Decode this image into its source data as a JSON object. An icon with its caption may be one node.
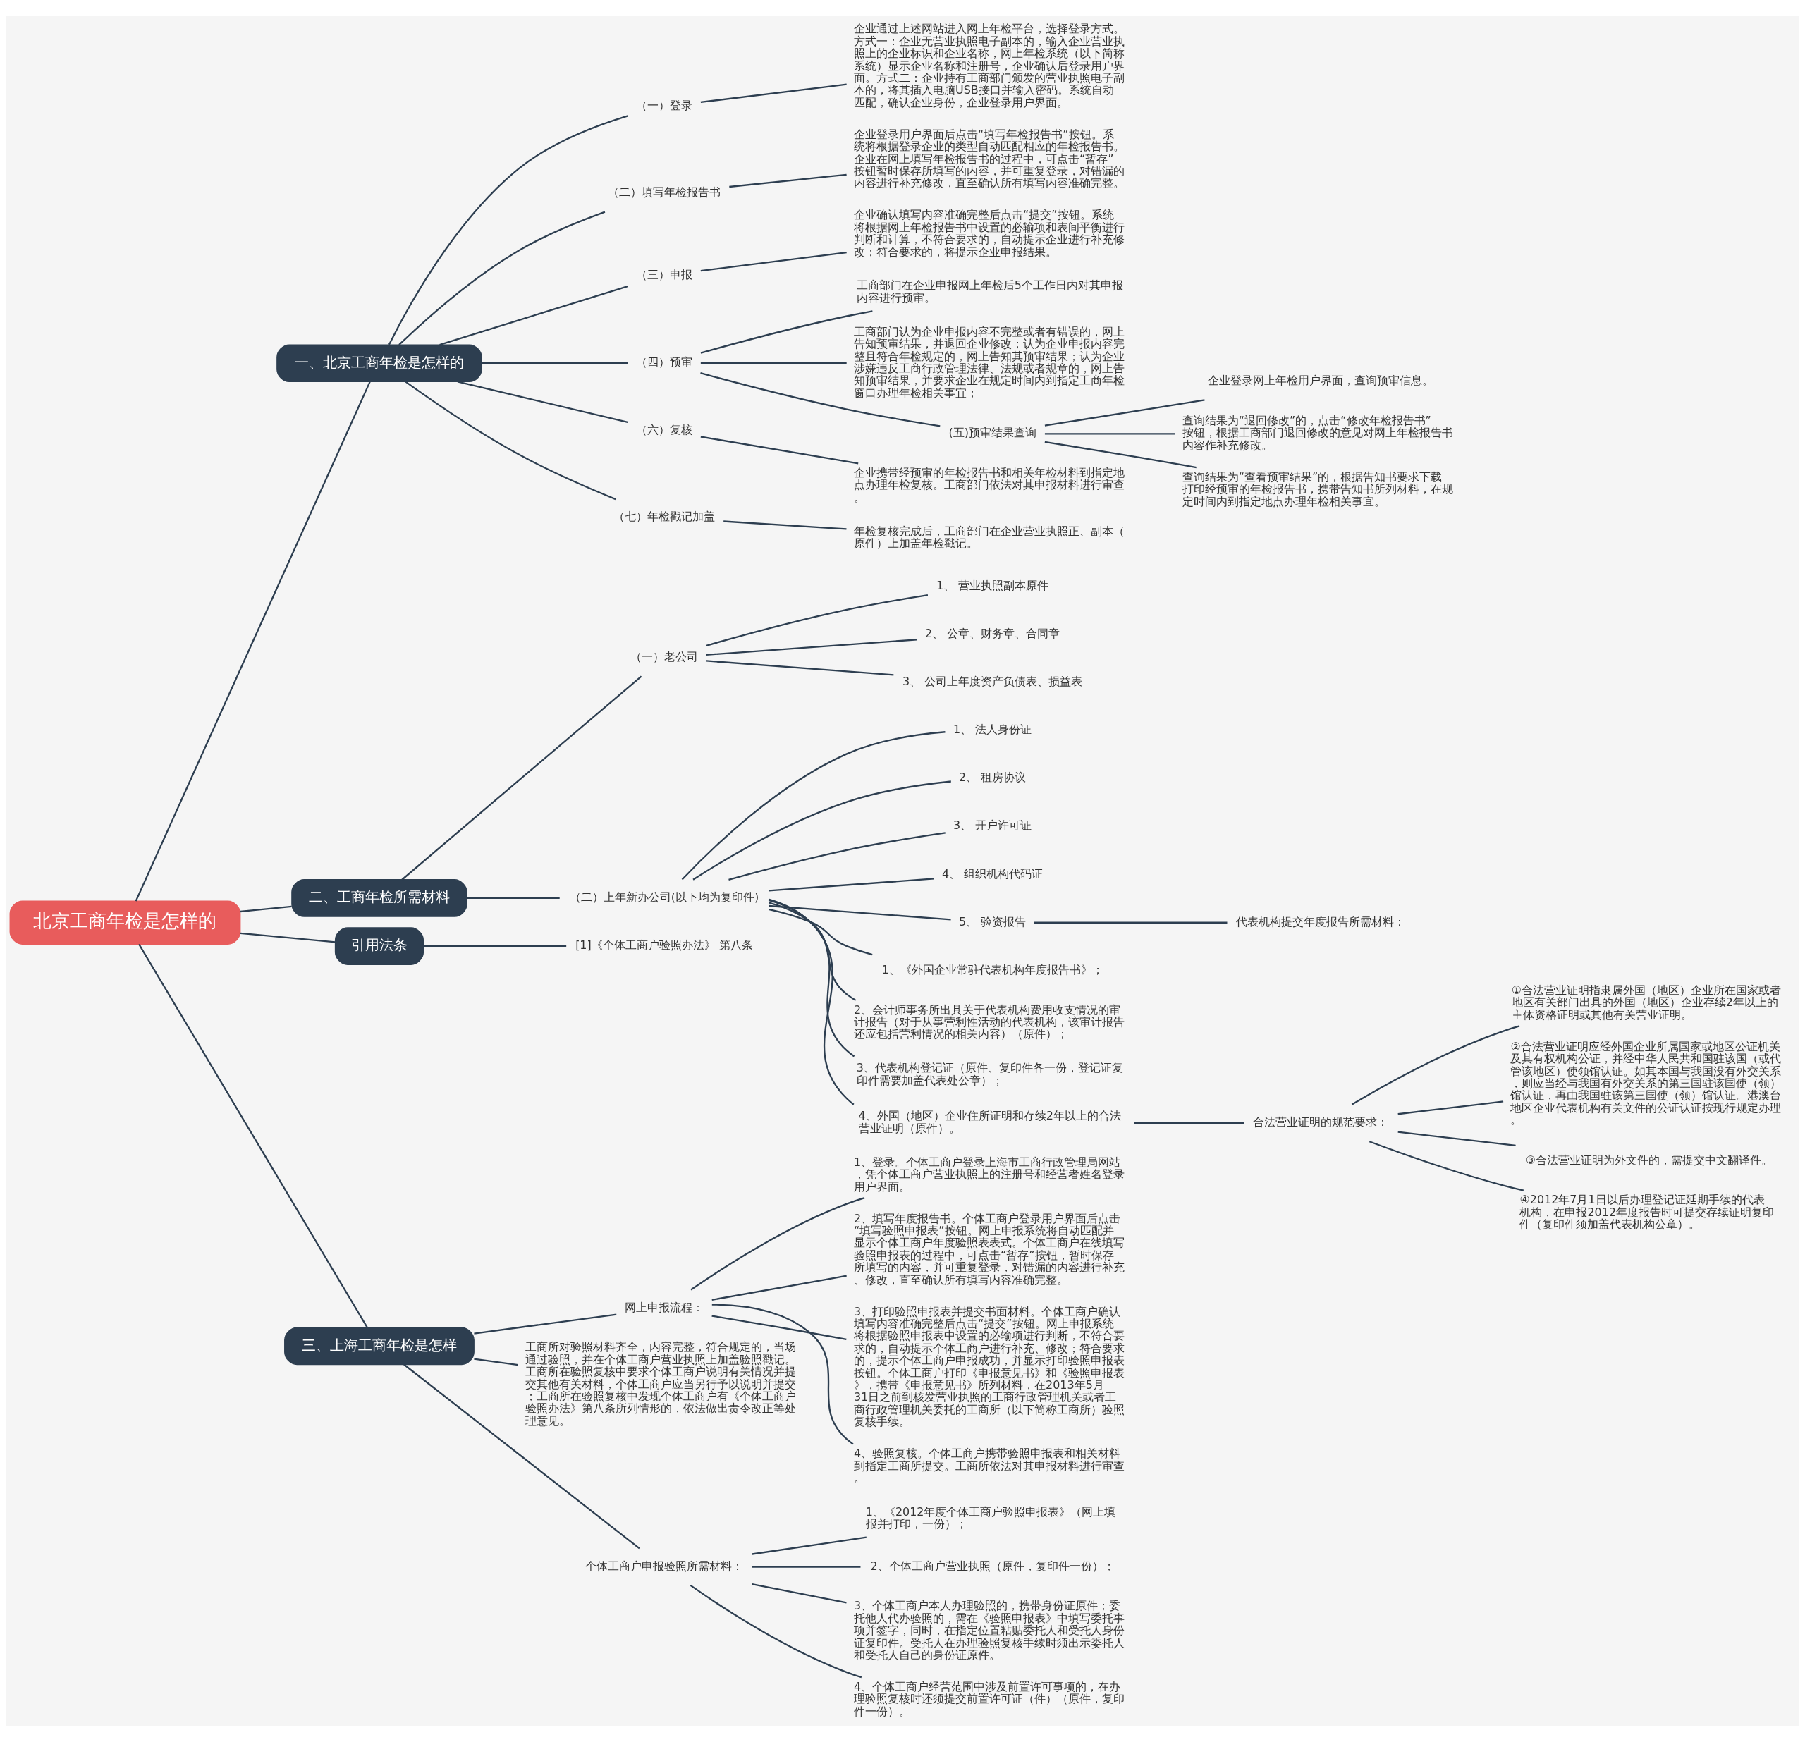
{
  "diagram": {
    "nodes": [
      {
        "text": [
          "北京工商年检是怎样的"
        ]
      },
      {
        "text": [
          "一、北京工商年检是怎样的"
        ]
      },
      {
        "text": [
          "（一）登录"
        ]
      },
      {
        "text": [
          "企业通过上述网站进入网上年检平台，选择登录方式。方式一：企业无营业执照电子副本的，输入企业营业执照上的企业标识和企业名称，网上年检系统（以下简称系统）显示企业名称和注册号，企业确认后登录用户界面。方式二：企业持有工商部门颁发的营业执照电子副本的，将其插入电脑USB接口并输入密码。系统自动匹配，确认企业身份，企业登录用户界面。"
        ]
      },
      {
        "text": [
          "（二）填写年检报告书"
        ]
      },
      {
        "text": [
          "企业登录用户界面后点击“填写年检报告书”按钮。系统将根据登录企业的类型自动匹配相应的年检报告书。企业在网上填写年检报告书的过程中，可点击“暂存”按钮暂时保存所填写的内容，并可重复登录，对错漏的内容进行补充修改，直至确认所有填写内容准确完整。"
        ]
      },
      {
        "text": [
          "（三）申报"
        ]
      },
      {
        "text": [
          "企业确认填写内容准确完整后点击“提交”按钮。系统将根据网上年检报告书中设置的必输项和表间平衡进行判断和计算，不符合要求的，自动提示企业进行补充修改；符合要求的，将提示企业申报结果。"
        ]
      },
      {
        "text": [
          "（四）预审"
        ]
      },
      {
        "text": [
          "工商部门在企业申报网上年检后5个工作日内对其申报内容进行预审。"
        ]
      },
      {
        "text": [
          "工商部门认为企业申报内容不完整或者有错误的，网上告知预审结果，并退回企业修改；认为企业申报内容完整且符合年检规定的，网上告知其预审结果；认为企业涉嫌违反工商行政管理法律、法规或者规章的，网上告知预审结果，并要求企业在规定时间内到指定工商年检窗口办理年检相关事宜；"
        ]
      },
      {
        "text": [
          "(五)预审结果查询"
        ]
      },
      {
        "text": [
          "企业登录网上年检用户界面，查询预审信息。"
        ]
      },
      {
        "text": [
          "查询结果为“退回修改”的，点击“修改年检报告书”按钮，根据工商部门退回修改的意见对网上年检报告书内容作补充修改。"
        ]
      },
      {
        "text": [
          "查询结果为“查看预审结果”的，根据告知书要求下载打印经预审的年检报告书，携带告知书所列材料，在规定时间内到指定地点办理年检相关事宜。"
        ]
      },
      {
        "text": [
          "（六）复核"
        ]
      },
      {
        "text": [
          "企业携带经预审的年检报告书和相关年检材料到指定地点办理年检复核。工商部门依法对其申报材料进行审查。"
        ]
      },
      {
        "text": [
          "（七）年检戳记加盖"
        ]
      },
      {
        "text": [
          "年检复核完成后，工商部门在企业营业执照正、副本（原件）上加盖年检戳记。"
        ]
      },
      {
        "text": [
          "二、工商年检所需材料"
        ]
      },
      {
        "text": [
          "（一）老公司"
        ]
      },
      {
        "text": [
          "1、 营业执照副本原件"
        ]
      },
      {
        "text": [
          "2、 公章、财务章、合同章"
        ]
      },
      {
        "text": [
          "3、 公司上年度资产负债表、损益表"
        ]
      },
      {
        "text": [
          "（二）上年新办公司(以下均为复印件)"
        ]
      },
      {
        "text": [
          "1、 法人身份证"
        ]
      },
      {
        "text": [
          "2、 租房协议"
        ]
      },
      {
        "text": [
          "3、 开户许可证"
        ]
      },
      {
        "text": [
          "4、 组织机构代码证"
        ]
      },
      {
        "text": [
          "5、 验资报告"
        ]
      },
      {
        "text": [
          "代表机构提交年度报告所需材料："
        ]
      },
      {
        "text": [
          "1、《外国企业常驻代表机构年度报告书》；"
        ]
      },
      {
        "text": [
          "2、会计师事务所出具关于代表机构费用收支情况的审计报告（对于从事营利性活动的代表机构，该审计报告还应包括营利情况的相关内容）（原件）；"
        ]
      },
      {
        "text": [
          "3、代表机构登记证（原件、复印件各一份，登记证复印件需要加盖代表处公章）；"
        ]
      },
      {
        "text": [
          "4、外国（地区）企业住所证明和存续2年以上的合法营业证明（原件）。"
        ]
      },
      {
        "text": [
          "合法营业证明的规范要求："
        ]
      },
      {
        "text": [
          "①合法营业证明指隶属外国（地区）企业所在国家或者地区有关部门出具的外国（地区）企业存续2年以上的主体资格证明或其他有关营业证明。"
        ]
      },
      {
        "text": [
          "②合法营业证明应经外国企业所属国家或地区公证机关及其有权机构公证，并经中华人民共和国驻该国（或代管该地区）使领馆认证。如其本国与我国没有外交关系，则应当经与我国有外交关系的第三国驻该国使（领）馆认证，再由我国驻该第三国使（领）馆认证。港澳台地区企业代表机构有关文件的公证认证按现行规定办理。"
        ]
      },
      {
        "text": [
          "③合法营业证明为外文件的，需提交中文翻译件。"
        ]
      },
      {
        "text": [
          "④2012年7月1日以后办理登记证延期手续的代表机构，在申报2012年度报告时可提交存续证明复印件（复印件须加盖代表机构公章）。"
        ]
      },
      {
        "text": [
          "引用法条"
        ]
      },
      {
        "text": [
          "[1]《个体工商户验照办法》 第八条"
        ]
      },
      {
        "text": [
          "三、上海工商年检是怎样"
        ]
      },
      {
        "text": [
          "网上申报流程："
        ]
      },
      {
        "text": [
          "1、登录。个体工商户登录上海市工商行政管理局网站，凭个体工商户营业执照上的注册号和经营者姓名登录用户界面。"
        ]
      },
      {
        "text": [
          "2、填写年度报告书。个体工商户登录用户界面后点击“填写验照申报表”按钮。网上申报系统将自动匹配并显示个体工商户年度验照表表式。个体工商户在线填写验照申报表的过程中，可点击“暂存”按钮，暂时保存所填写的内容，并可重复登录，对错漏的内容进行补充、修改，直至确认所有填写内容准确完整。"
        ]
      },
      {
        "text": [
          "3、打印验照申报表并提交书面材料。个体工商户确认填写内容准确完整后点击“提交”按钮。网上申报系统将根据验照申报表中设置的必输项进行判断，不符合要求的，自动提示个体工商户进行补充、修改；符合要求的，提示个体工商户申报成功，并显示打印验照申报表按钮。个体工商户打印《申报意见书》和《验照申报表》，携带《申报意见书》所列材料，在2013年5月31日之前到核发营业执照的工商行政管理机关或者工商行政管理机关委托的工商所（以下简称工商所）验照复核手续。"
        ]
      },
      {
        "text": [
          "4、验照复核。个体工商户携带验照申报表和相关材料到指定工商所提交。工商所依法对其申报材料进行审查。"
        ]
      },
      {
        "text": [
          "工商所对验照材料齐全，内容完整，符合规定的，当场通过验照，并在个体工商户营业执照上加盖验照戳记。工商所在验照复核中要求个体工商户说明有关情况并提交其他有关材料，个体工商户应当另行予以说明并提交；工商所在验照复核中发现个体工商户有《个体工商户验照办法》第八条所列情形的，依法做出责令改正等处理意见。"
        ]
      },
      {
        "text": [
          "个体工商户申报验照所需材料："
        ]
      },
      {
        "text": [
          "1、《2012年度个体工商户验照申报表》（网上填报并打印，一份）；"
        ]
      },
      {
        "text": [
          "2、个体工商户营业执照（原件，复印件一份）；"
        ]
      },
      {
        "text": [
          "3、个体工商户本人办理验照的，携带身份证原件；委托他人代办验照的，需在《验照申报表》中填写委托事项并签字，同时，在指定位置粘贴委托人和受托人身份证复印件。受托人在办理验照复核手续时须出示委托人和受托人自己的身份证原件。"
        ]
      },
      {
        "text": [
          "4、个体工商户经营范围中涉及前置许可事项的，在办理验照复核时还须提交前置许可证（件）（原件，复印件一份）。"
        ]
      }
    ],
    "edges": [
      {
        "from": 0,
        "to": 1,
        "arrow": "none"
      },
      {
        "from": 1,
        "to": 2,
        "arrow": "none"
      },
      {
        "from": 2,
        "to": 3,
        "arrow": "none"
      },
      {
        "from": 1,
        "to": 4,
        "arrow": "none"
      },
      {
        "from": 4,
        "to": 5,
        "arrow": "none"
      },
      {
        "from": 1,
        "to": 6,
        "arrow": "none"
      },
      {
        "from": 6,
        "to": 7,
        "arrow": "none"
      },
      {
        "from": 1,
        "to": 8,
        "arrow": "none"
      },
      {
        "from": 8,
        "to": 9,
        "arrow": "none"
      },
      {
        "from": 8,
        "to": 10,
        "arrow": "none"
      },
      {
        "from": 8,
        "to": 11,
        "arrow": "none"
      },
      {
        "from": 11,
        "to": 12,
        "arrow": "none"
      },
      {
        "from": 11,
        "to": 13,
        "arrow": "none"
      },
      {
        "from": 11,
        "to": 14,
        "arrow": "none"
      },
      {
        "from": 1,
        "to": 15,
        "arrow": "none"
      },
      {
        "from": 15,
        "to": 16,
        "arrow": "none"
      },
      {
        "from": 1,
        "to": 17,
        "arrow": "none"
      },
      {
        "from": 17,
        "to": 18,
        "arrow": "none"
      },
      {
        "from": 0,
        "to": 19,
        "arrow": "none"
      },
      {
        "from": 19,
        "to": 20,
        "arrow": "none"
      },
      {
        "from": 20,
        "to": 21,
        "arrow": "none"
      },
      {
        "from": 20,
        "to": 22,
        "arrow": "none"
      },
      {
        "from": 20,
        "to": 23,
        "arrow": "none"
      },
      {
        "from": 19,
        "to": 24,
        "arrow": "none"
      },
      {
        "from": 24,
        "to": 25,
        "arrow": "none"
      },
      {
        "from": 24,
        "to": 26,
        "arrow": "none"
      },
      {
        "from": 24,
        "to": 27,
        "arrow": "none"
      },
      {
        "from": 24,
        "to": 28,
        "arrow": "none"
      },
      {
        "from": 24,
        "to": 29,
        "arrow": "none"
      },
      {
        "from": 29,
        "to": 30,
        "arrow": "none"
      },
      {
        "from": 24,
        "to": 31,
        "arrow": "none"
      },
      {
        "from": 24,
        "to": 32,
        "arrow": "none"
      },
      {
        "from": 24,
        "to": 33,
        "arrow": "none"
      },
      {
        "from": 24,
        "to": 34,
        "arrow": "none"
      },
      {
        "from": 34,
        "to": 35,
        "arrow": "none"
      },
      {
        "from": 35,
        "to": 36,
        "arrow": "none"
      },
      {
        "from": 35,
        "to": 37,
        "arrow": "none"
      },
      {
        "from": 35,
        "to": 38,
        "arrow": "none"
      },
      {
        "from": 35,
        "to": 39,
        "arrow": "none"
      },
      {
        "from": 0,
        "to": 40,
        "arrow": "none"
      },
      {
        "from": 40,
        "to": 41,
        "arrow": "none"
      },
      {
        "from": 0,
        "to": 42,
        "arrow": "none"
      },
      {
        "from": 42,
        "to": 43,
        "arrow": "none"
      },
      {
        "from": 43,
        "to": 44,
        "arrow": "none"
      },
      {
        "from": 43,
        "to": 45,
        "arrow": "none"
      },
      {
        "from": 43,
        "to": 46,
        "arrow": "none"
      },
      {
        "from": 43,
        "to": 47,
        "arrow": "none"
      },
      {
        "from": 42,
        "to": 48,
        "arrow": "none"
      },
      {
        "from": 42,
        "to": 49,
        "arrow": "none"
      },
      {
        "from": 49,
        "to": 50,
        "arrow": "none"
      },
      {
        "from": 49,
        "to": 51,
        "arrow": "none"
      },
      {
        "from": 49,
        "to": 52,
        "arrow": "none"
      },
      {
        "from": 49,
        "to": 53,
        "arrow": "none"
      }
    ]
  }
}
